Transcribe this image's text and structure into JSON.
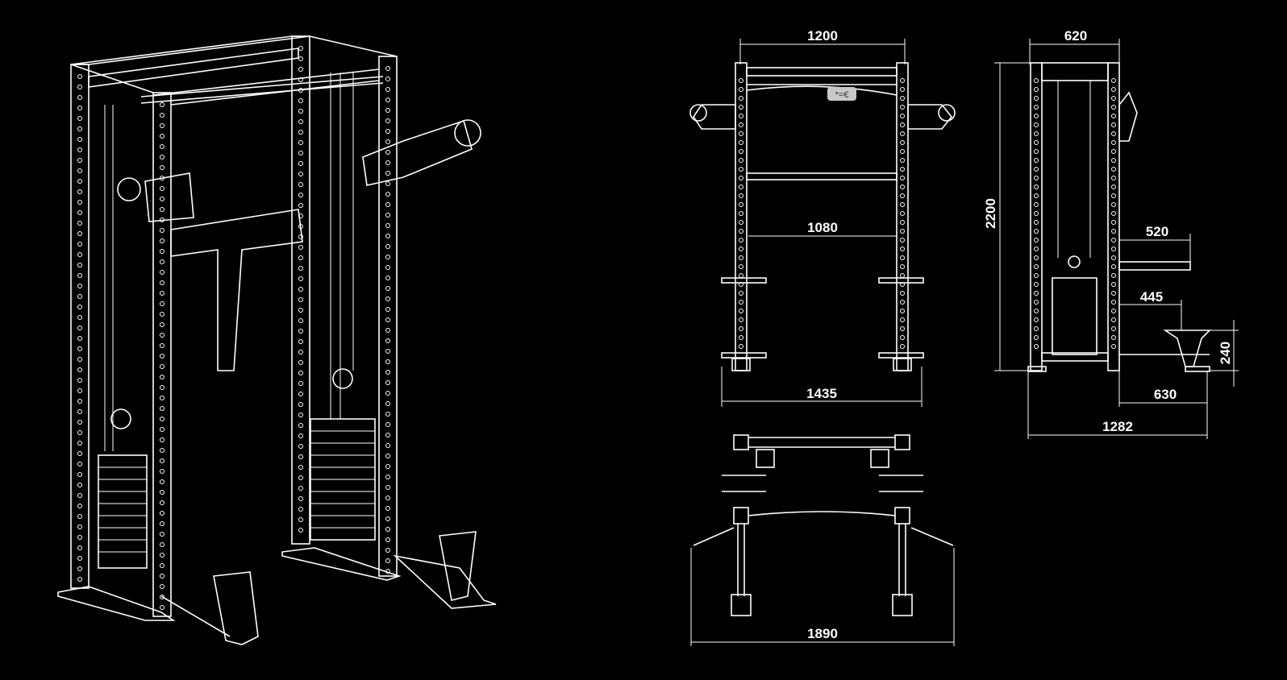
{
  "dimensions": {
    "front_width_top": "1200",
    "front_inner_width": "1080",
    "front_base_width": "1435",
    "top_view_width": "1890",
    "side_depth_top": "620",
    "side_height": "2200",
    "side_arm_520": "520",
    "side_arm_445": "445",
    "side_foot_height": "240",
    "side_foot_depth": "630",
    "side_total_depth": "1282"
  },
  "badge": "*=€",
  "colors": {
    "background": "#000000",
    "lines": "#ffffff",
    "badge": "#c8c8c8"
  }
}
